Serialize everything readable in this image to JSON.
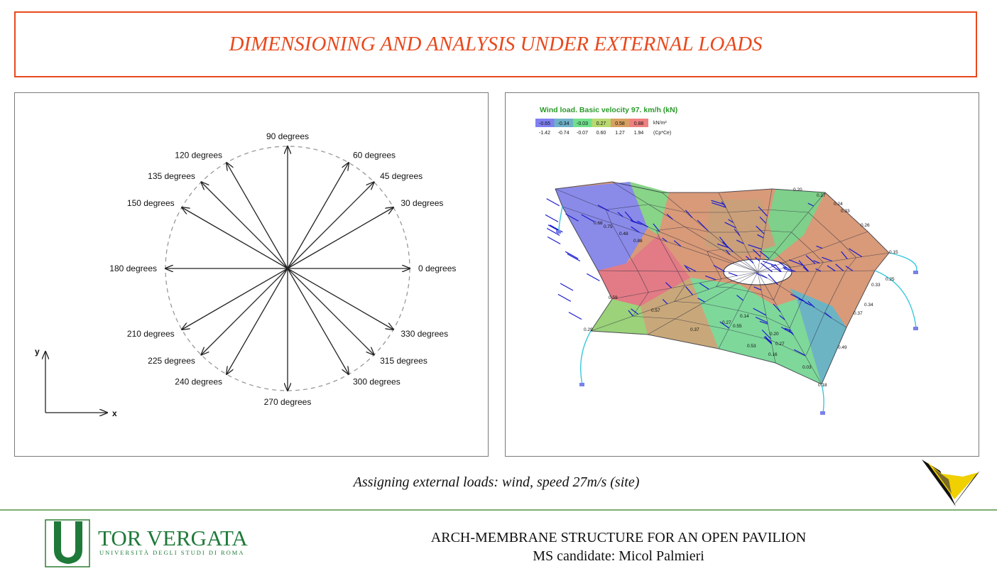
{
  "header": {
    "title": "DIMENSIONING AND ANALYSIS UNDER EXTERNAL LOADS"
  },
  "wind_diagram": {
    "directions": [
      {
        "angle": 0,
        "label": "0 degrees"
      },
      {
        "angle": 30,
        "label": "30 degrees"
      },
      {
        "angle": 45,
        "label": "45 degrees"
      },
      {
        "angle": 60,
        "label": "60 degrees"
      },
      {
        "angle": 90,
        "label": "90 degrees"
      },
      {
        "angle": 120,
        "label": "120 degrees"
      },
      {
        "angle": 135,
        "label": "135 degrees"
      },
      {
        "angle": 150,
        "label": "150 degrees"
      },
      {
        "angle": 180,
        "label": "180 degrees"
      },
      {
        "angle": 210,
        "label": "210 degrees"
      },
      {
        "angle": 225,
        "label": "225 degrees"
      },
      {
        "angle": 240,
        "label": "240 degrees"
      },
      {
        "angle": 270,
        "label": "270 degrees"
      },
      {
        "angle": 300,
        "label": "300 degrees"
      },
      {
        "angle": 315,
        "label": "315 degrees"
      },
      {
        "angle": 330,
        "label": "330 degrees"
      }
    ],
    "axis_x": "x",
    "axis_y": "y"
  },
  "load_view": {
    "title": "Wind load. Basic velocity 97. km/h  (kN)",
    "legend_values": [
      "-0.65",
      "-0.34",
      "-0.03",
      "0.27",
      "0.58",
      "0.88"
    ],
    "legend_unit": "kN/m²",
    "legend_cp": [
      "-1.42",
      "-0.74",
      "-0.07",
      "0.60",
      "1.27",
      "1.94"
    ],
    "legend_cp_label": "(Cp*Ce)",
    "legend_colors": [
      "#7f80f0",
      "#6fb0c8",
      "#70e08a",
      "#b8d870",
      "#d8a060",
      "#f08080"
    ],
    "value_labels": [
      "0.20",
      "0.27",
      "0.24",
      "0.33",
      "0.26",
      "0.15",
      "0.25",
      "0.33",
      "0.34",
      "0.37",
      "0.49",
      "0.18",
      "0.03",
      "0.27",
      "0.16",
      "0.20",
      "0.14",
      "0.53",
      "0.27",
      "0.37",
      "0.57",
      "0.29",
      "0.59",
      "0.88",
      "0.48",
      "0.75",
      "0.68",
      "0.55"
    ]
  },
  "caption": "Assigning external loads: wind, speed 27m/s (site)",
  "footer": {
    "university_name": "TOR VERGATA",
    "university_sub": "UNIVERSITÀ DEGLI STUDI DI ROMA",
    "project_title": "ARCH-MEMBRANE STRUCTURE FOR AN OPEN PAVILION",
    "candidate": "MS candidate: Micol Palmieri"
  }
}
